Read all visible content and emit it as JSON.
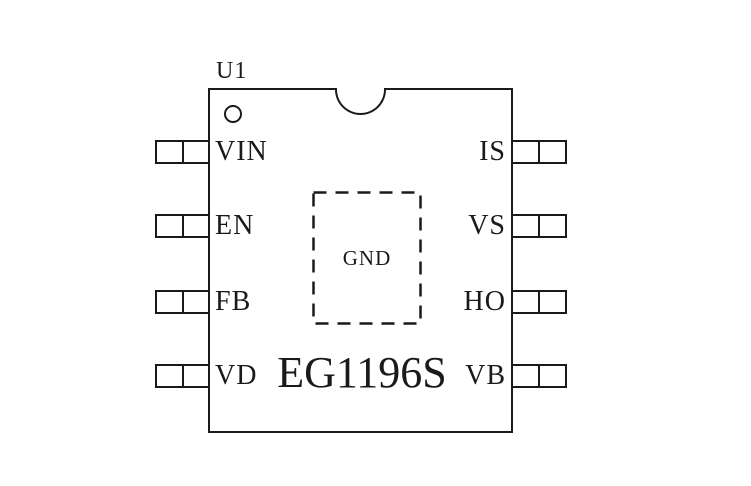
{
  "schematic": {
    "reference_designator": "U1",
    "part_number": "EG1196S",
    "ground_pad_label": "GND",
    "pins": {
      "left": [
        {
          "label": "VIN"
        },
        {
          "label": "EN"
        },
        {
          "label": "FB"
        },
        {
          "label": "VD"
        }
      ],
      "right": [
        {
          "label": "IS"
        },
        {
          "label": "VS"
        },
        {
          "label": "HO"
        },
        {
          "label": "VB"
        }
      ]
    },
    "colors": {
      "line": "#1a1a1a",
      "background": "#ffffff"
    }
  }
}
